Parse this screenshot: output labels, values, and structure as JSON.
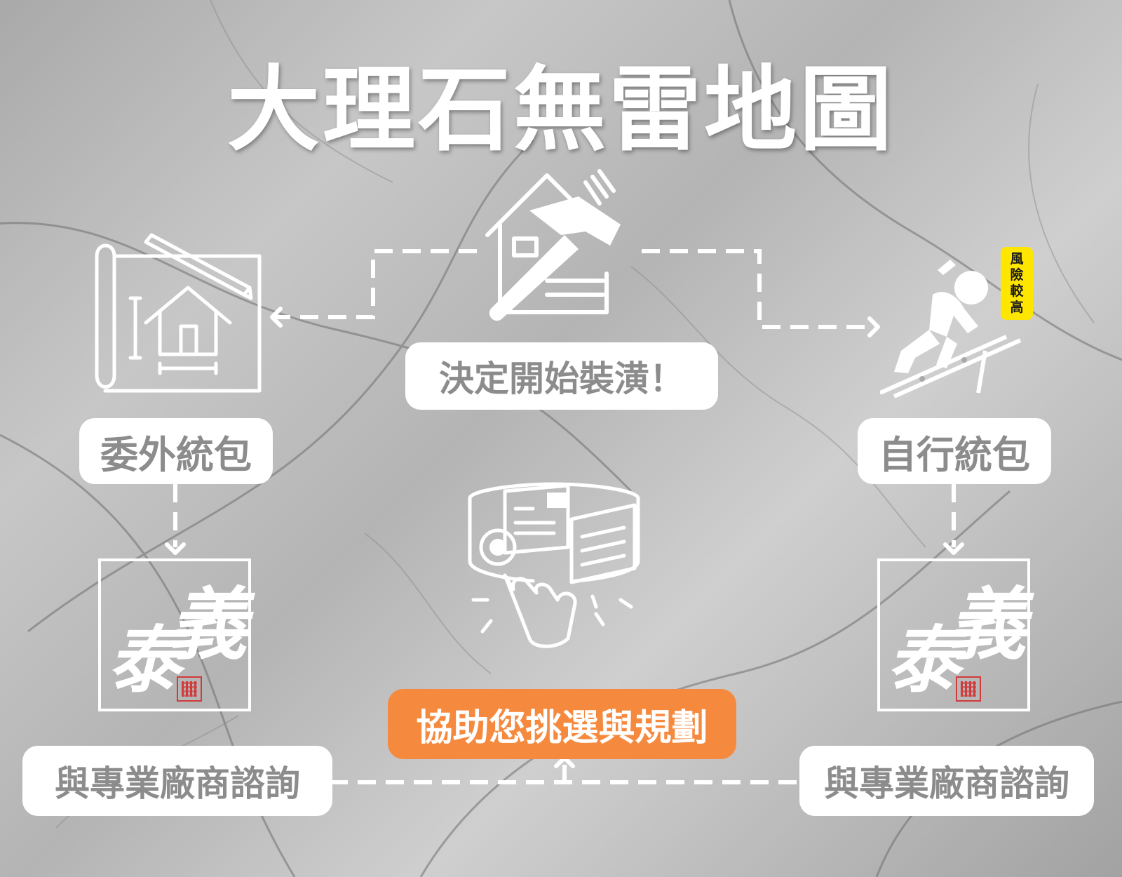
{
  "title": "大理石無雷地圖",
  "start_label": "決定開始裝潢！",
  "left_branch": {
    "label": "委外統包",
    "consult_label": "與專業廠商諮詢"
  },
  "right_branch": {
    "label": "自行統包",
    "risk_badge": "風險較高",
    "consult_label": "與專業廠商諮詢"
  },
  "stamp": {
    "char1": "泰",
    "char2": "義"
  },
  "assist_label": "協助您挑選與規劃",
  "colors": {
    "box_bg": "#ffffff",
    "box_text": "#8c8c8c",
    "accent": "#f58a3f",
    "risk": "#ffe600",
    "seal": "#d13b3b"
  },
  "icons": [
    "blueprint-house-icon",
    "house-hammer-icon",
    "roofer-worker-icon",
    "touch-screen-panel-icon"
  ]
}
